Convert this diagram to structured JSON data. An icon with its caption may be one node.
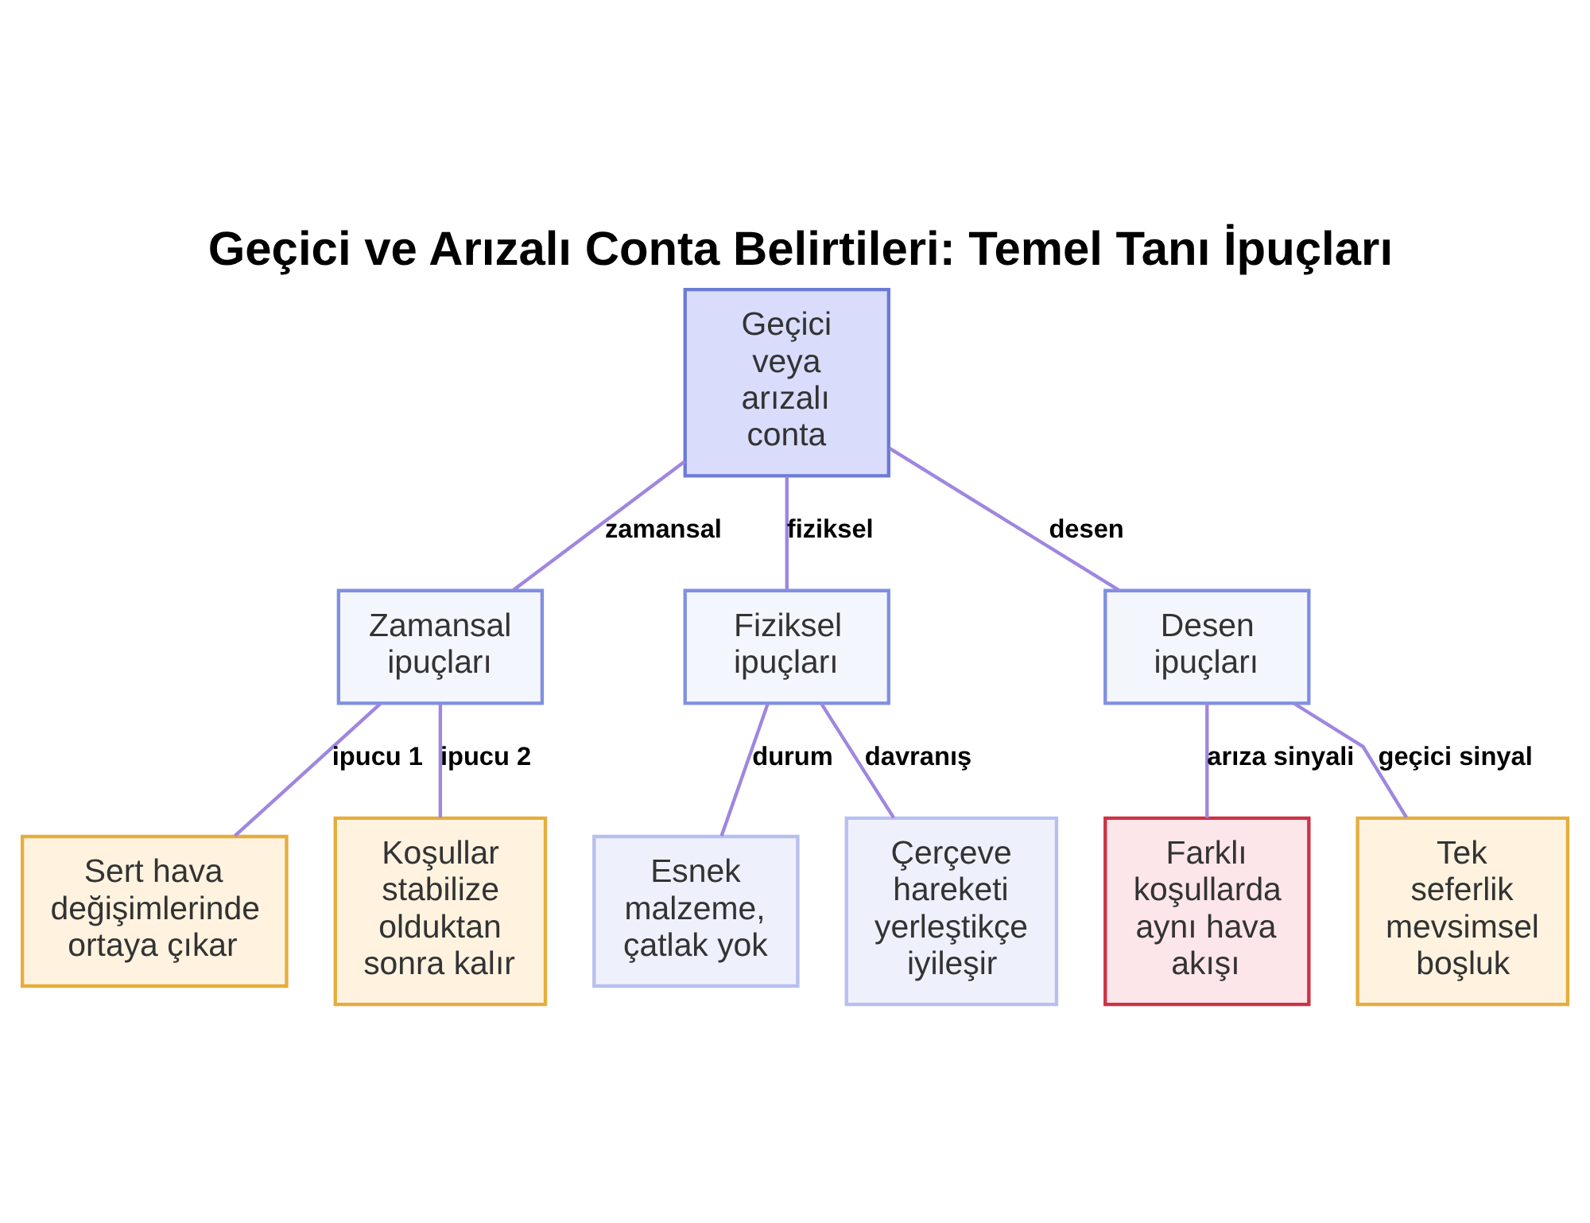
{
  "diagram": {
    "title": "Geçici ve Arızalı Conta Belirtileri: Temel Tanı İpuçları",
    "nodes": [
      {
        "text": [
          "Geçici veya arızalı conta"
        ]
      },
      {
        "text": [
          "Zamansal ipuçları"
        ]
      },
      {
        "text": [
          "Fiziksel ipuçları"
        ]
      },
      {
        "text": [
          "Desen ipuçları"
        ]
      },
      {
        "text": [
          "Sert hava değişimlerinde ortaya çıkar"
        ]
      },
      {
        "text": [
          "Koşullar stabilize olduktan sonra kalır"
        ]
      },
      {
        "text": [
          "Esnek malzeme, çatlak yok"
        ]
      },
      {
        "text": [
          "Çerçeve hareketi yerleştikçe iyileşir"
        ]
      },
      {
        "text": [
          "Farklı koşullarda aynı hava akışı"
        ]
      },
      {
        "text": [
          "Tek seferlik mevsimsel boşluk"
        ]
      }
    ],
    "edges": [
      {
        "from": 0,
        "to": 1,
        "arrow": "none",
        "label": "zamansal"
      },
      {
        "from": 0,
        "to": 2,
        "arrow": "none",
        "label": "fiziksel"
      },
      {
        "from": 0,
        "to": 3,
        "arrow": "none",
        "label": "desen"
      },
      {
        "from": 1,
        "to": 4,
        "arrow": "none",
        "label": "ipucu 1"
      },
      {
        "from": 1,
        "to": 5,
        "arrow": "none",
        "label": "ipucu 2"
      },
      {
        "from": 2,
        "to": 6,
        "arrow": "none",
        "label": "durum"
      },
      {
        "from": 2,
        "to": 7,
        "arrow": "none",
        "label": "davranış"
      },
      {
        "from": 3,
        "to": 8,
        "arrow": "none",
        "label": "arıza sinyali"
      },
      {
        "from": 3,
        "to": 9,
        "arrow": "none",
        "label": "geçici sinyal"
      }
    ]
  }
}
